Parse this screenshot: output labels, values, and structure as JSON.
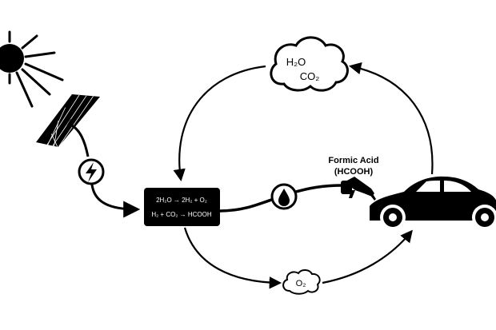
{
  "cloud": {
    "line1": "H₂O",
    "line2": "CO₂"
  },
  "reactor": {
    "reaction1": "2H₂O → 2H₂ + O₂",
    "reaction2": "H₂ + CO₂ → HCOOH"
  },
  "product": {
    "title": "Formic Acid",
    "formula": "(HCOOH)"
  },
  "oxygen": {
    "label": "O₂"
  },
  "colors": {
    "ink": "#000000",
    "paper": "#ffffff"
  }
}
